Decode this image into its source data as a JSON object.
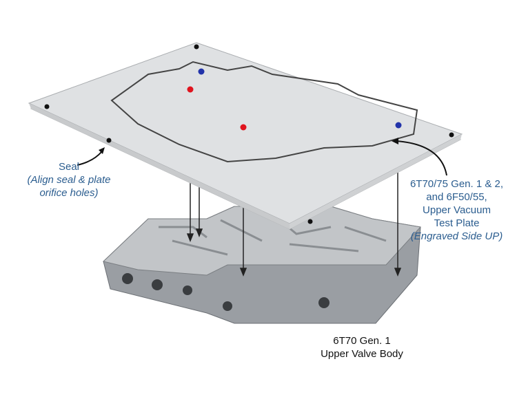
{
  "labels": {
    "seal": {
      "title": "Seal",
      "note_line1": "(Align seal & plate",
      "note_line2": "orifice holes)"
    },
    "plate": {
      "line1": "6T70/75 Gen. 1 & 2,",
      "line2": "and 6F50/55,",
      "line3": "Upper Vacuum",
      "line4": "Test Plate",
      "note": "(Engraved Side UP)"
    },
    "valve_body": {
      "line1": "6T70 Gen. 1",
      "line2": "Upper Valve Body"
    }
  },
  "colors": {
    "label_text": "#2b5d8f",
    "red_marker": "#e0141e",
    "blue_marker": "#2233aa"
  }
}
